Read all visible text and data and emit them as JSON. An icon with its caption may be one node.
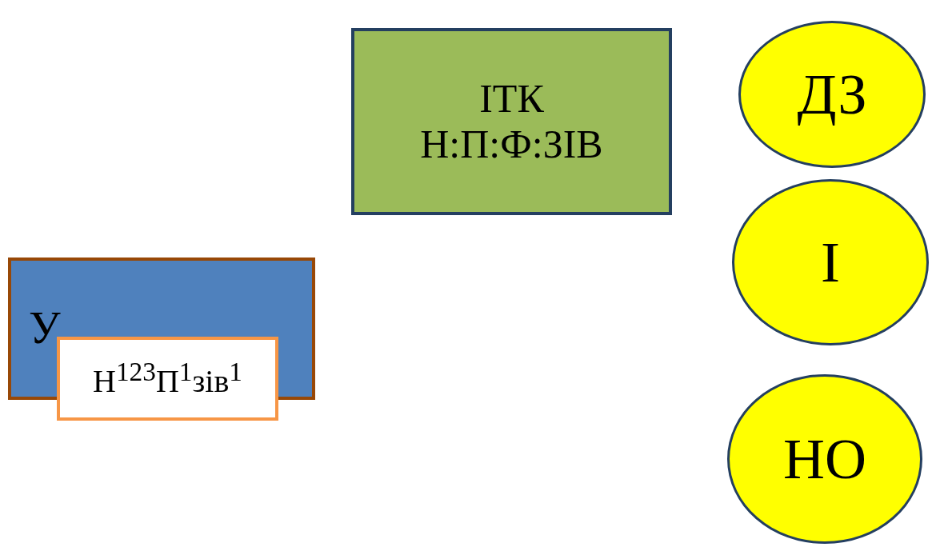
{
  "diagram": {
    "nodes": [
      {
        "text": [
          "ІТК",
          "Н:П:Ф:ЗІВ"
        ]
      },
      {
        "text": [
          "ДЗ"
        ]
      },
      {
        "text": [
          "І"
        ]
      },
      {
        "text": [
          "У"
        ]
      },
      {
        "text": [
          "Н$^{123}$П$^{1}$зів$^{1}$"
        ]
      },
      {
        "text": [
          "НО"
        ]
      }
    ]
  }
}
